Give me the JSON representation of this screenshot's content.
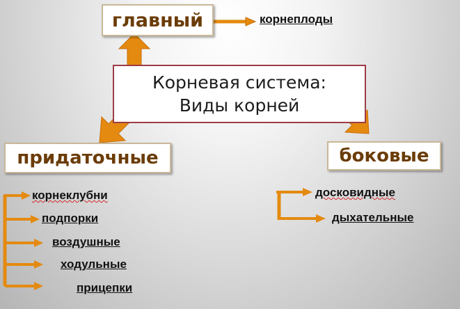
{
  "diagram": {
    "center_title": [
      "Корневая система:",
      "Виды корней"
    ],
    "categories": {
      "main": "главный",
      "adventitious": "придаточные",
      "lateral": "боковые"
    },
    "main_terms": [
      "корнеплоды"
    ],
    "adventitious_terms": [
      "корнеклубни",
      "подпорки",
      "воздушные",
      "ходульные",
      "прицепки"
    ],
    "lateral_terms": [
      "досковидные",
      "дыхательные"
    ]
  },
  "colors": {
    "arrow_fill": "#e48a10",
    "arrow_stroke": "#c76e08",
    "category_text": "#6b3c08",
    "center_border": "#9c3c46",
    "spellcheck_underline": "#d02828"
  }
}
